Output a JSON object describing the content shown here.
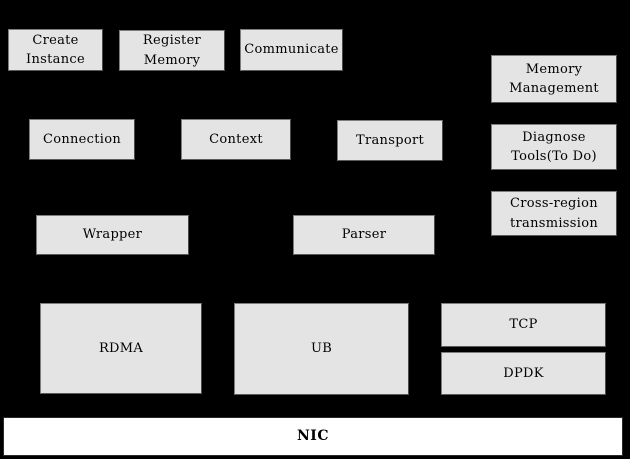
{
  "diagram": {
    "title": "Software architecture block diagram",
    "colors": {
      "background": "#000000",
      "box_fill": "#e4e4e4",
      "box_border": "#7d7d7d",
      "nic_fill": "#ffffff",
      "text": "#000000"
    },
    "boxes": [
      {
        "id": "create-instance",
        "label": "Create\nInstance"
      },
      {
        "id": "register-memory",
        "label": "Register\nMemory"
      },
      {
        "id": "communicate",
        "label": "Communicate"
      },
      {
        "id": "memory-management",
        "label": "Memory\nManagement"
      },
      {
        "id": "connection",
        "label": "Connection"
      },
      {
        "id": "context",
        "label": "Context"
      },
      {
        "id": "transport",
        "label": "Transport"
      },
      {
        "id": "diagnose-tools",
        "label": "Diagnose\nTools(To Do)"
      },
      {
        "id": "cross-region",
        "label": "Cross-region\ntransmission"
      },
      {
        "id": "wrapper",
        "label": "Wrapper"
      },
      {
        "id": "parser",
        "label": "Parser"
      },
      {
        "id": "rdma",
        "label": "RDMA"
      },
      {
        "id": "ub",
        "label": "UB"
      },
      {
        "id": "tcp",
        "label": "TCP"
      },
      {
        "id": "dpdk",
        "label": "DPDK"
      },
      {
        "id": "nic",
        "label": "NIC"
      }
    ]
  }
}
